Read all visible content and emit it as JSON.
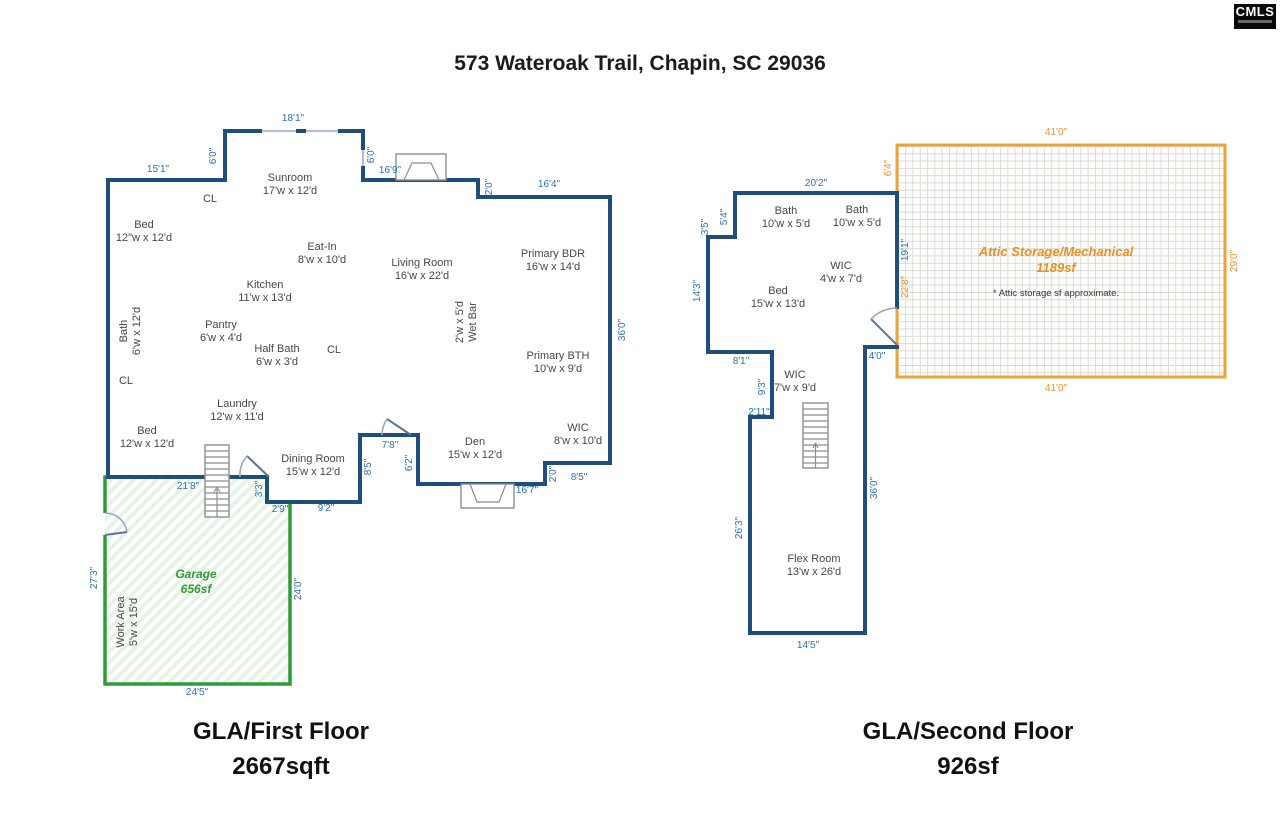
{
  "title": "573 Wateroak Trail, Chapin, SC 29036",
  "logo": {
    "text": "CMLS"
  },
  "colors": {
    "wall_blue": "#1f4e7a",
    "dimension_blue": "#2d6fb3",
    "garage_green": "#2f9c38",
    "attic_orange": "#f0a238",
    "room_text": "#474747"
  },
  "footer": {
    "first_label": "GLA/First Floor",
    "first_area": "2667sqft",
    "second_label": "GLA/Second Floor",
    "second_area": "926sf"
  },
  "floor1": {
    "cl": "CL",
    "rooms": {
      "sunroom": {
        "n": "Sunroom",
        "d": "17'w x 12'd"
      },
      "bed1": {
        "n": "Bed",
        "d": "12\"w x 12'd"
      },
      "eatin": {
        "n": "Eat-In",
        "d": "8'w x 10'd"
      },
      "living": {
        "n": "Living Room",
        "d": "16'w x 22'd"
      },
      "primary_bdr": {
        "n": "Primary BDR",
        "d": "16'w x 14'd"
      },
      "kitchen": {
        "n": "Kitchen",
        "d": "11'w x 13'd"
      },
      "bath": {
        "n": "Bath",
        "d": "6'w x 12'd"
      },
      "pantry": {
        "n": "Pantry",
        "d": "6'w x 4'd"
      },
      "half_bath": {
        "n": "Half Bath",
        "d": "6'w x 3'd"
      },
      "wet_bar": {
        "n": "Wet Bar",
        "d": "2'w x 5'd"
      },
      "primary_bth": {
        "n": "Primary BTH",
        "d": "10'w x 9'd"
      },
      "laundry": {
        "n": "Laundry",
        "d": "12'w x 11'd"
      },
      "bed2": {
        "n": "Bed",
        "d": "12'w x 12'd"
      },
      "wic": {
        "n": "WIC",
        "d": "8'w x 10'd"
      },
      "den": {
        "n": "Den",
        "d": "15'w x 12'd"
      },
      "dining": {
        "n": "Dining Room",
        "d": "15'w x 12'd"
      },
      "garage": {
        "n": "Garage",
        "d": "656sf"
      },
      "work_area": {
        "n": "Work Area",
        "d": "5'w x 15'd"
      }
    },
    "dims": {
      "d18_1": "18'1\"",
      "d15_1": "15'1\"",
      "d6_0": "6'0\"",
      "d16_9": "16'9\"",
      "d2_0": "2'0\"",
      "d16_4": "16'4\"",
      "d36_0": "36'0\"",
      "d8_5": "8'5\"",
      "d16_7": "16'7\"",
      "d6_2": "6'2\"",
      "d7_8": "7'8\"",
      "d9_2": "9'2\"",
      "d2_9": "2'9\"",
      "d3_3": "3'3\"",
      "d21_8": "21'8\"",
      "d27_3": "27'3\"",
      "d24_0": "24'0\"",
      "d24_5": "24'5\""
    }
  },
  "floor2": {
    "rooms": {
      "bath1": {
        "n": "Bath",
        "d": "10'w x 5'd"
      },
      "bath2": {
        "n": "Bath",
        "d": "10'w x 5'd"
      },
      "wic1": {
        "n": "WIC",
        "d": "4'w x 7'd"
      },
      "bed": {
        "n": "Bed",
        "d": "15'w x 13'd"
      },
      "wic2": {
        "n": "WIC",
        "d": "7'w x 9'd"
      },
      "flex": {
        "n": "Flex Room",
        "d": "13'w x 26'd"
      }
    },
    "attic": {
      "name": "Attic Storage/Mechanical",
      "area": "1189sf",
      "note": "* Attic storage sf approximate."
    },
    "dims": {
      "d20_2": "20'2\"",
      "d5_4": "5'4\"",
      "d3_5": "3'5\"",
      "d14_3": "14'3\"",
      "d8_1": "8'1\"",
      "d9_3": "9'3\"",
      "d2_11": "2'11\"",
      "d26_3": "26'3\"",
      "d14_5": "14'5\"",
      "d36_0": "36'0\"",
      "d4_0": "4'0\"",
      "d6_4": "6'4\"",
      "d19_1": "19'1\"",
      "d22_8": "22'8\"",
      "d41_0": "41'0\"",
      "d29_0": "29'0\""
    }
  }
}
